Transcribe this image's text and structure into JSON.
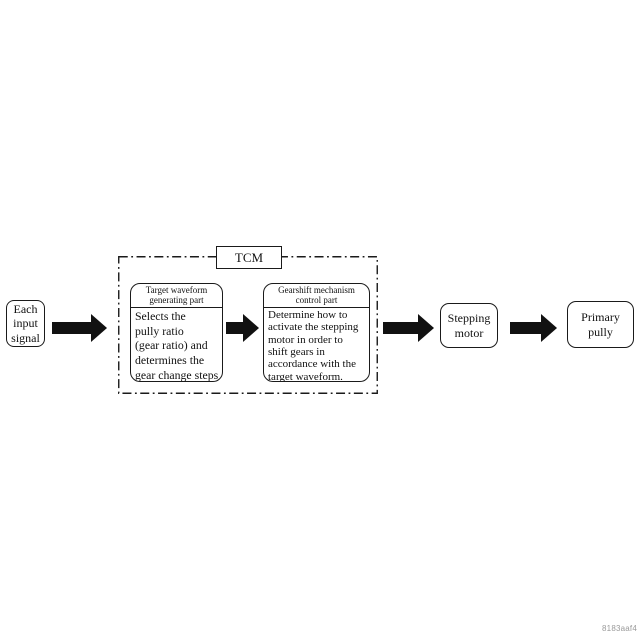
{
  "figure": {
    "code": "8183aaf4"
  },
  "nodes": {
    "each_input_signal": {
      "label": "Each\ninput\nsignal"
    },
    "stepping_motor": {
      "label": "Stepping\nmotor"
    },
    "primary_pully": {
      "label": "Primary\npully"
    }
  },
  "tcm": {
    "label": "TCM",
    "parts": {
      "target_waveform": {
        "title": "Target waveform\ngenerating part",
        "body": "Selects the\npully ratio\n(gear ratio) and\ndetermines the\ngear change steps"
      },
      "gearshift": {
        "title": "Gearshift mechanism\ncontrol part",
        "body": "Determine how to\nactivate the stepping\nmotor in order to\nshift gears in\naccordance with the\ntarget waveform."
      }
    }
  },
  "colors": {
    "line": "#1a1a1a",
    "arrow": "#111111",
    "background": "#ffffff",
    "code_text": "#9a9a9a"
  }
}
